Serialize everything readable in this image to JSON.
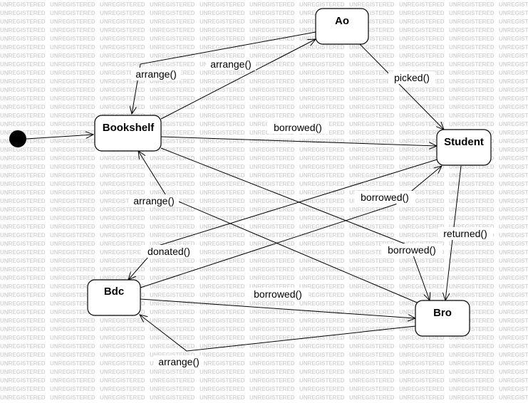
{
  "watermark": "UNREGISTERED",
  "colors": {
    "line": "#000000",
    "box_fill": "#ffffff",
    "watermark": "#d4d4d4"
  },
  "states": [
    {
      "id": "ao",
      "label": "Ao"
    },
    {
      "id": "bookshelf",
      "label": "Bookshelf"
    },
    {
      "id": "student",
      "label": "Student"
    },
    {
      "id": "bdc",
      "label": "Bdc"
    },
    {
      "id": "bro",
      "label": "Bro"
    }
  ],
  "transitions": [
    {
      "id": "init-bookshelf",
      "from": "initial",
      "to": "bookshelf",
      "label": ""
    },
    {
      "id": "ao-bookshelf",
      "from": "ao",
      "to": "bookshelf",
      "label": "arrange()"
    },
    {
      "id": "bookshelf-ao",
      "from": "bookshelf",
      "to": "ao",
      "label": "arrange()"
    },
    {
      "id": "ao-student",
      "from": "ao",
      "to": "student",
      "label": "picked()"
    },
    {
      "id": "bookshelf-student",
      "from": "bookshelf",
      "to": "student",
      "label": "borrowed()"
    },
    {
      "id": "bookshelf-bro",
      "from": "bookshelf",
      "to": "bro",
      "label": "borrowed()"
    },
    {
      "id": "bro-bookshelf",
      "from": "bro",
      "to": "bookshelf",
      "label": "arrange()"
    },
    {
      "id": "bdc-student",
      "from": "bdc",
      "to": "student",
      "label": "borrowed()"
    },
    {
      "id": "student-bdc",
      "from": "student",
      "to": "bdc",
      "label": "donated()"
    },
    {
      "id": "student-bro",
      "from": "student",
      "to": "bro",
      "label": "returned()"
    },
    {
      "id": "bdc-bro",
      "from": "bdc",
      "to": "bro",
      "label": "borrowed()"
    },
    {
      "id": "bro-bdc",
      "from": "bro",
      "to": "bdc",
      "label": "arrange()"
    }
  ]
}
